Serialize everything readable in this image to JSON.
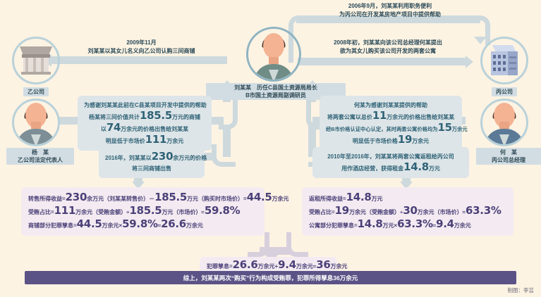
{
  "nodes": {
    "company_b": {
      "label": "乙公司",
      "icon": "building-classic-icon"
    },
    "company_c": {
      "label": "丙公司",
      "icon": "building-modern-icon"
    },
    "person_yang": {
      "name": "杨　某",
      "role": "乙公司法定代表人",
      "icon": "person-avatar-icon"
    },
    "person_he": {
      "name": "何　某",
      "role": "丙公司总经理",
      "icon": "person-avatar-icon"
    },
    "person_liu": {
      "name": "刘某某　历任C县国土资源局局长",
      "role": "B市国土资源局副调研员",
      "icon": "person-avatar-icon"
    }
  },
  "flows": {
    "top_left": {
      "line1": "2009年11月",
      "line2": "刘某某以其女儿名义向乙公司认购三间商铺"
    },
    "top_right": {
      "line1": "2006年9月，刘某某利用职务便利",
      "line2": "为丙公司在开发某房地产项目中提供帮助"
    },
    "mid_right": {
      "line1": "2008年初，刘某某向该公司总经理何某提出",
      "line2": "欲为其女儿购买该公司开发的两套公寓"
    }
  },
  "boxes": {
    "left_gift": {
      "line1": "为感谢刘某某此前在C县某项目开发中提供的帮助",
      "line2_pre": "杨某将三间价值共计",
      "line2_num": "185.5",
      "line2_post": "万元的商铺",
      "line3_pre": "以",
      "line3_num": "74",
      "line3_post": "万余元的价格出售给刘某某",
      "line4_pre": "明显低于市场价",
      "line4_num": "111",
      "line4_post": "万余元"
    },
    "right_gift": {
      "line1": "何某为感谢刘某某提供的帮助",
      "line2_pre": "将两套公寓以总价",
      "line2_num": "11",
      "line2_post": "万余元的价格出售给刘某某",
      "line3_pre": "经B市价格认证中心认定，其时两套公寓价格均为",
      "line3_num": "15",
      "line3_post": "万余元",
      "line4_pre": "明显低于市场价格",
      "line4_num": "19",
      "line4_post": "万余元"
    },
    "left_resale": {
      "line1_pre": "2016年，刘某某以",
      "line1_num": "230",
      "line1_post": "余万元的价格",
      "line2": "将三间商铺出售"
    },
    "right_rent": {
      "line1": "2010年至2016年，刘某某将两套公寓返租给丙公司",
      "line2_pre": "用作酒店经营，获得租金",
      "line2_num": "14.8",
      "line2_post": "万元"
    }
  },
  "calcs": {
    "left": {
      "row1": [
        {
          "t": "转售所得收益=",
          "s": "sm"
        },
        {
          "t": "230",
          "s": "num"
        },
        {
          "t": "余万元（刘某某转售价）－",
          "s": "sm"
        },
        {
          "t": "185.5",
          "s": "num"
        },
        {
          "t": "万元（购买时市场价）=",
          "s": "sm"
        },
        {
          "t": "44.5",
          "s": "num"
        },
        {
          "t": "万余元",
          "s": "sm"
        }
      ],
      "row2": [
        {
          "t": "受贿占比=",
          "s": "sm"
        },
        {
          "t": "111",
          "s": "num"
        },
        {
          "t": "万余元（受贿金额）÷",
          "s": "sm"
        },
        {
          "t": "185.5",
          "s": "num"
        },
        {
          "t": "万元（市场价）≈",
          "s": "sm"
        },
        {
          "t": "59.8%",
          "s": "num"
        }
      ],
      "row3": [
        {
          "t": "商铺部分犯罪孳息=",
          "s": "sm"
        },
        {
          "t": "44.5",
          "s": "num"
        },
        {
          "t": "万余元×",
          "s": "sm"
        },
        {
          "t": "59.8%",
          "s": "num"
        },
        {
          "t": "≈",
          "s": "sm"
        },
        {
          "t": "26.6",
          "s": "num"
        },
        {
          "t": "万余元",
          "s": "sm"
        }
      ]
    },
    "right": {
      "row1": [
        {
          "t": "返租所得收益=",
          "s": "sm"
        },
        {
          "t": "14.8",
          "s": "num"
        },
        {
          "t": "万元",
          "s": "sm"
        }
      ],
      "row2": [
        {
          "t": "受贿占比=",
          "s": "sm"
        },
        {
          "t": "19",
          "s": "num"
        },
        {
          "t": "万余元（受贿金额）÷",
          "s": "sm"
        },
        {
          "t": "30",
          "s": "num"
        },
        {
          "t": "万余元（市场价）≈",
          "s": "sm"
        },
        {
          "t": "63.3%",
          "s": "num"
        }
      ],
      "row3": [
        {
          "t": "公寓部分犯罪孳息=",
          "s": "sm"
        },
        {
          "t": "14.8",
          "s": "num"
        },
        {
          "t": "万元×",
          "s": "sm"
        },
        {
          "t": "63.3%",
          "s": "num"
        },
        {
          "t": "≈",
          "s": "sm"
        },
        {
          "t": "9.4",
          "s": "num"
        },
        {
          "t": "万余元",
          "s": "sm"
        }
      ]
    },
    "total": {
      "row1": [
        {
          "t": "犯罪孳息=",
          "s": "sm"
        },
        {
          "t": "26.6",
          "s": "num"
        },
        {
          "t": "万余元+",
          "s": "sm"
        },
        {
          "t": "9.4",
          "s": "num"
        },
        {
          "t": "万余元≈",
          "s": "sm"
        },
        {
          "t": "36",
          "s": "num"
        },
        {
          "t": "万余元",
          "s": "sm"
        }
      ]
    }
  },
  "footer": {
    "text": "综上，刘某某两次“购买”行为构成受贿罪，犯罪所得孳息36万余元"
  },
  "credit": {
    "text": "制图：李芸"
  },
  "colors": {
    "background": "#fdf3e3",
    "arrow": "#cdd9dd",
    "arrow_purple": "#d8cfdd",
    "box_teal_bg": "#dde5e8",
    "box_teal_text": "#2f6276",
    "calc_bg": "#f3ebf1",
    "calc_text": "#4b4078",
    "footer_bg": "#5b5386"
  }
}
